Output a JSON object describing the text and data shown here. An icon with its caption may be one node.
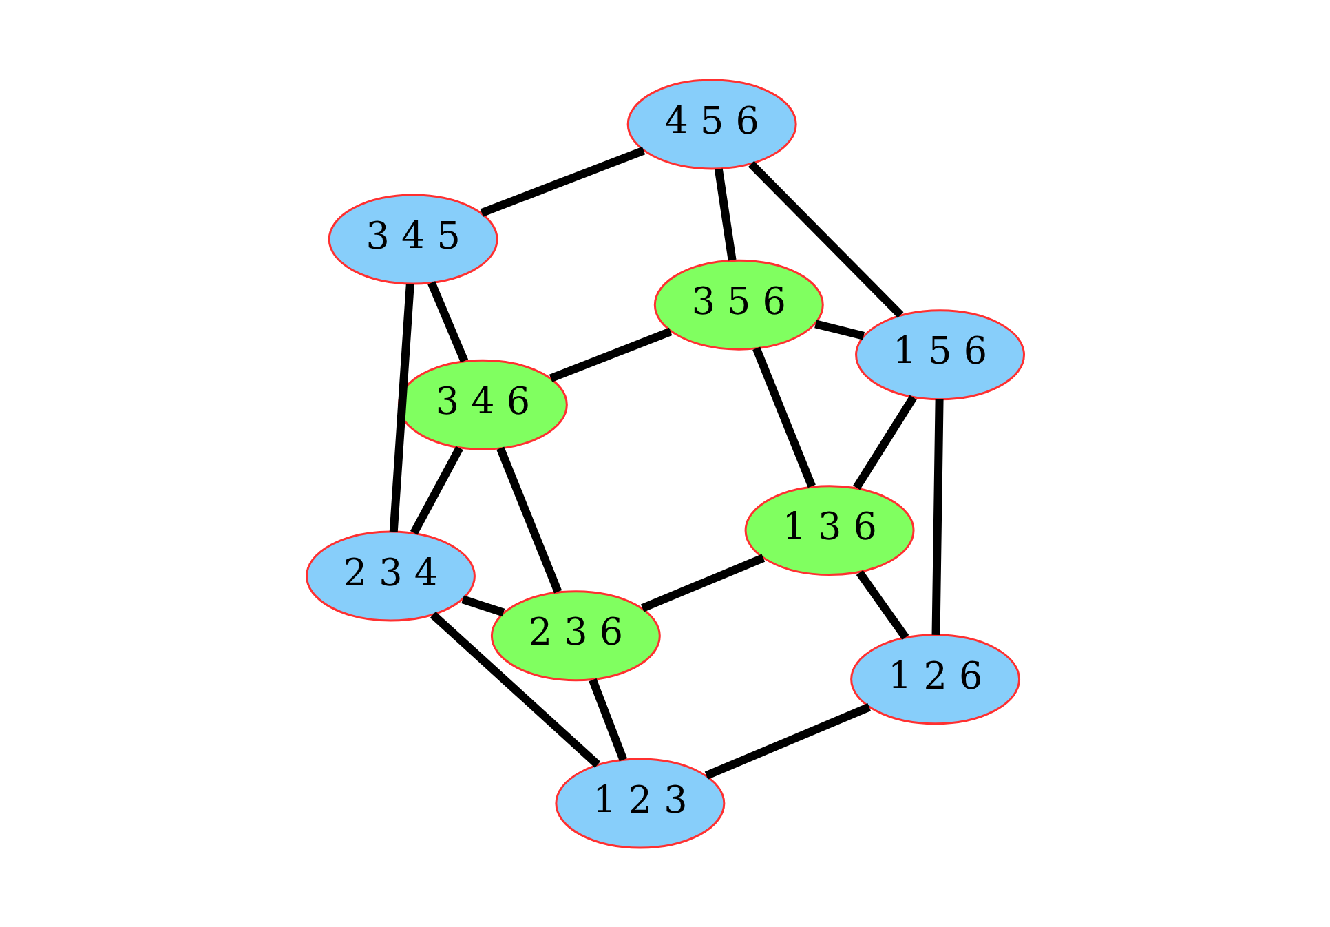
{
  "diagram": {
    "nodes": [
      {
        "text": [
          "3 4 5"
        ]
      },
      {
        "text": [
          "4 5 6"
        ]
      },
      {
        "text": [
          "3 4 6"
        ]
      },
      {
        "text": [
          "3 5 6"
        ]
      },
      {
        "text": [
          "2 3 4"
        ]
      },
      {
        "text": [
          "1 5 6"
        ]
      },
      {
        "text": [
          "2 3 6"
        ]
      },
      {
        "text": [
          "1 3 6"
        ]
      },
      {
        "text": [
          "1 2 3"
        ]
      },
      {
        "text": [
          "1 2 6"
        ]
      }
    ],
    "edges": [
      {
        "from": 0,
        "to": 1,
        "arrow": "none"
      },
      {
        "from": 0,
        "to": 4,
        "arrow": "none"
      },
      {
        "from": 1,
        "to": 5,
        "arrow": "none"
      },
      {
        "from": 0,
        "to": 2,
        "arrow": "none"
      },
      {
        "from": 1,
        "to": 3,
        "arrow": "none"
      },
      {
        "from": 2,
        "to": 3,
        "arrow": "none"
      },
      {
        "from": 2,
        "to": 4,
        "arrow": "none"
      },
      {
        "from": 2,
        "to": 6,
        "arrow": "none"
      },
      {
        "from": 3,
        "to": 5,
        "arrow": "none"
      },
      {
        "from": 3,
        "to": 7,
        "arrow": "none"
      },
      {
        "from": 4,
        "to": 6,
        "arrow": "none"
      },
      {
        "from": 5,
        "to": 7,
        "arrow": "none"
      },
      {
        "from": 6,
        "to": 7,
        "arrow": "none"
      },
      {
        "from": 4,
        "to": 8,
        "arrow": "none"
      },
      {
        "from": 5,
        "to": 9,
        "arrow": "none"
      },
      {
        "from": 6,
        "to": 8,
        "arrow": "none"
      },
      {
        "from": 7,
        "to": 9,
        "arrow": "none"
      },
      {
        "from": 8,
        "to": 9,
        "arrow": "none"
      }
    ]
  }
}
